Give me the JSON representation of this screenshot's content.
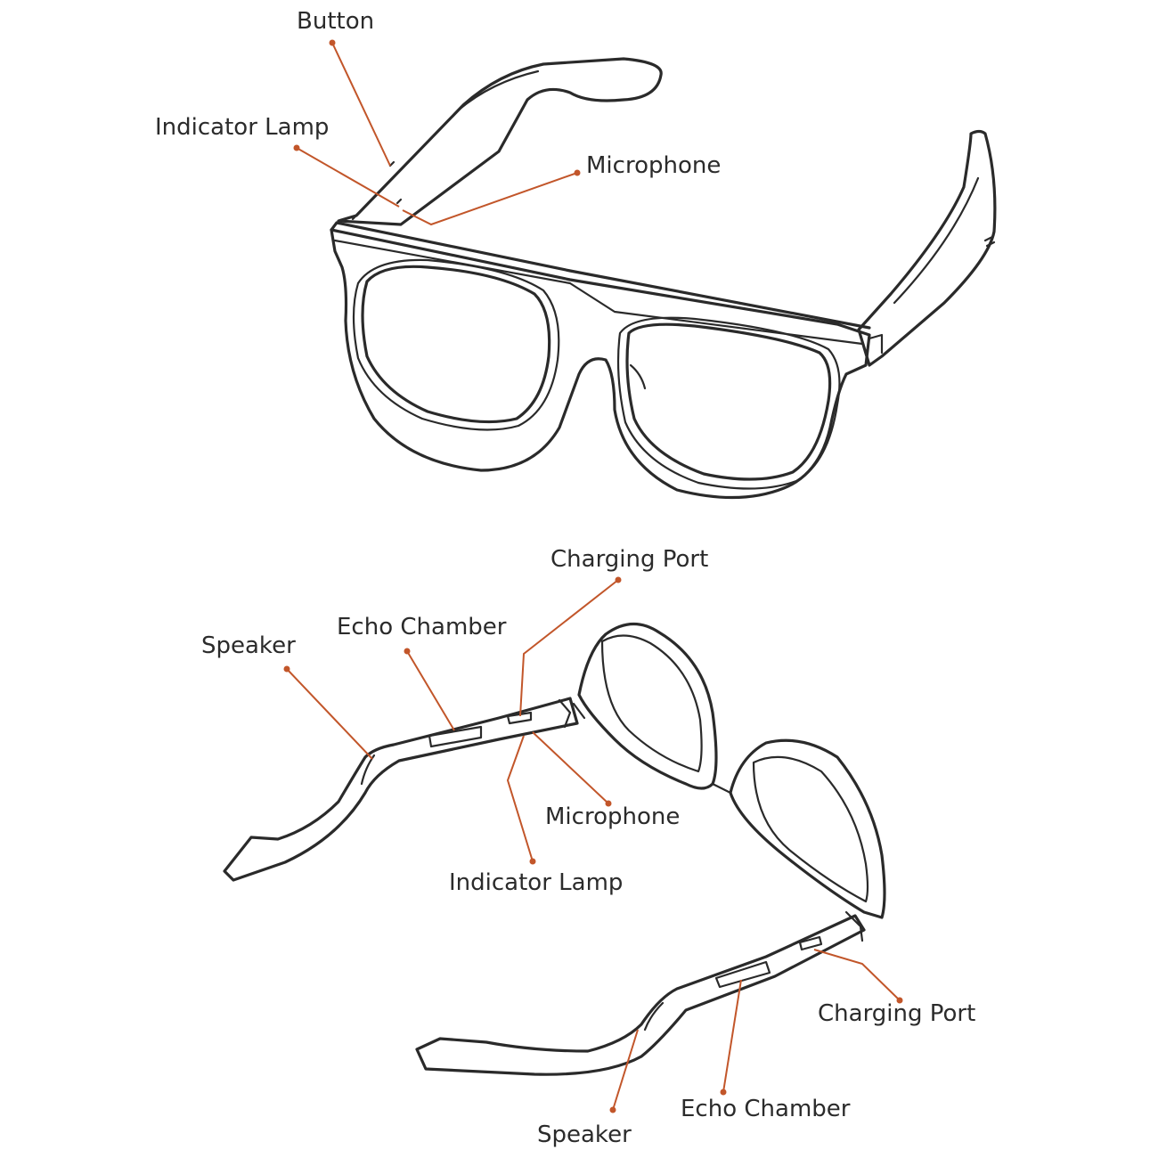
{
  "colors": {
    "line": "#2a2a2a",
    "leader": "#c2562a",
    "text": "#2b2b2b",
    "background": "#ffffff"
  },
  "top_view": {
    "button": "Button",
    "indicator_lamp": "Indicator Lamp",
    "microphone": "Microphone"
  },
  "bottom_view": {
    "charging_port_left": "Charging Port",
    "echo_chamber_left": "Echo Chamber",
    "speaker_left": "Speaker",
    "microphone": "Microphone",
    "indicator_lamp": "Indicator Lamp",
    "charging_port_right": "Charging Port",
    "echo_chamber_right": "Echo Chamber",
    "speaker_right": "Speaker"
  }
}
